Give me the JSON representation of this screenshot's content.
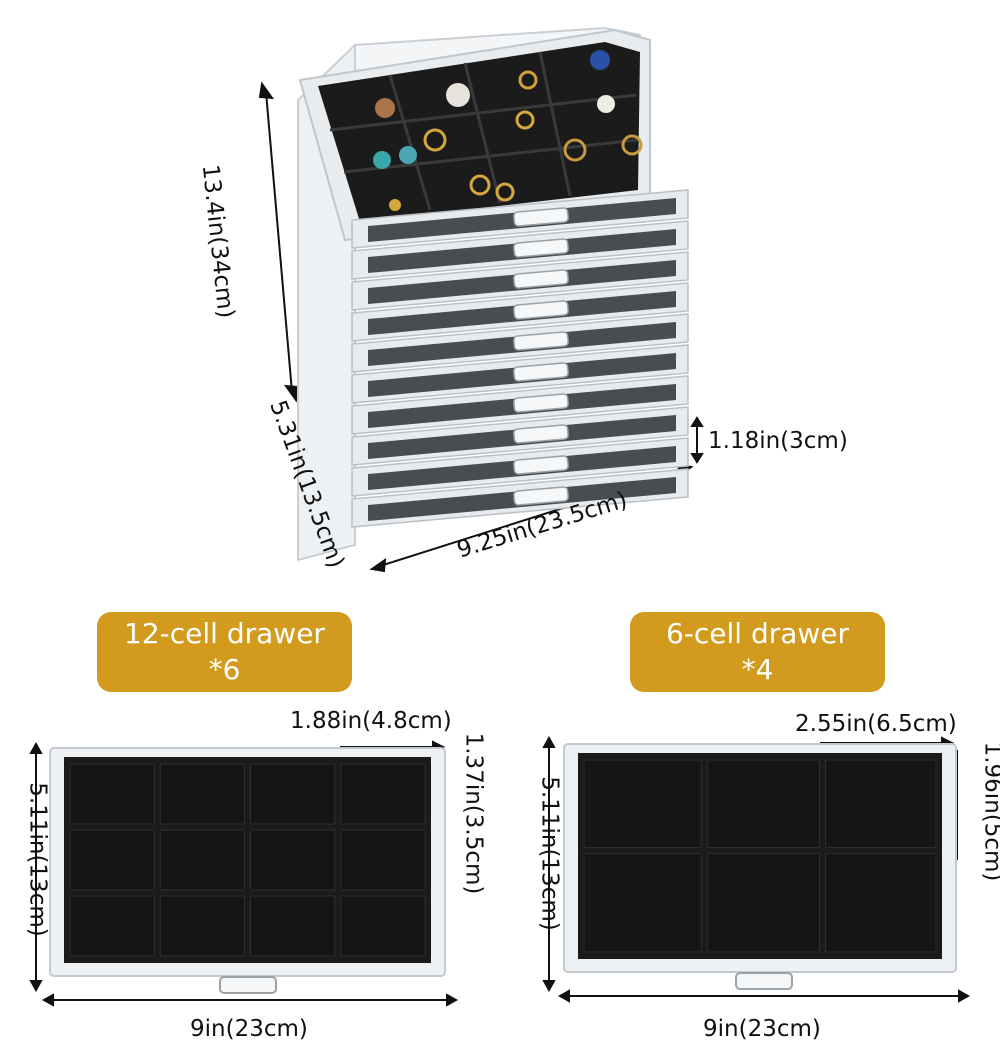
{
  "main_unit": {
    "height_label": "13.4in(34cm)",
    "depth_label": "5.31in(13.5cm)",
    "width_label": "9.25in(23.5cm)",
    "drawer_height_label": "1.18in(3cm)",
    "drawer_count": 10
  },
  "drawer_12": {
    "title": "12-cell drawer",
    "quantity": "*6",
    "cell_width_label": "1.88in(4.8cm)",
    "cell_depth_label": "1.37in(3.5cm)",
    "depth_label": "5.11in(13cm)",
    "width_label": "9in(23cm)"
  },
  "drawer_6": {
    "title": "6-cell drawer",
    "quantity": "*4",
    "cell_width_label": "2.55in(6.5cm)",
    "cell_depth_label": "1.96in(5cm)",
    "depth_label": "5.11in(13cm)",
    "width_label": "9in(23cm)"
  },
  "colors": {
    "pill": "#d39b1d",
    "velvet": "#1b1b1b",
    "acrylic": "#eef1f3"
  }
}
